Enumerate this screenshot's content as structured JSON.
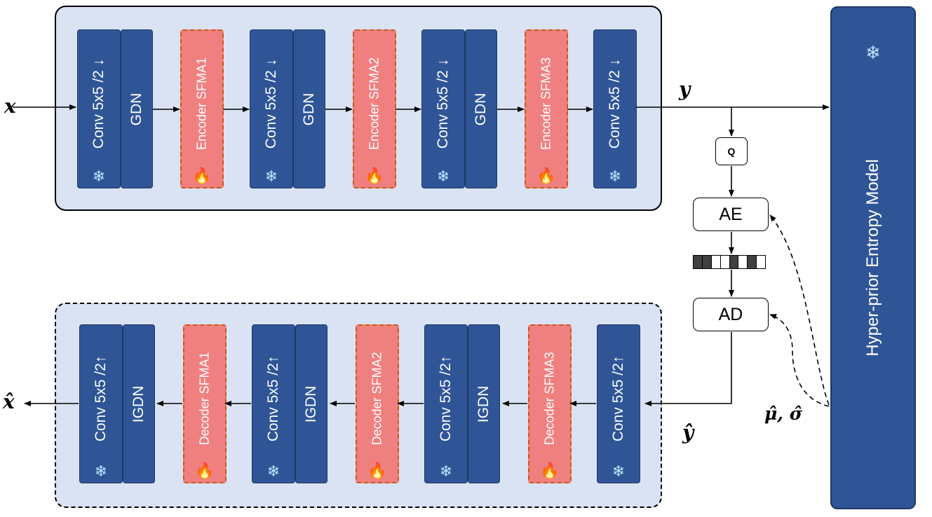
{
  "encoder": {
    "blocks": [
      {
        "type": "conv",
        "label": "Conv 5x5 /2 ↓",
        "icon": "snowflake"
      },
      {
        "type": "gdn",
        "label": "GDN"
      },
      {
        "type": "sfma",
        "label": "Encoder SFMA1",
        "icon": "fire"
      },
      {
        "type": "conv",
        "label": "Conv 5x5 /2 ↓",
        "icon": "snowflake"
      },
      {
        "type": "gdn",
        "label": "GDN"
      },
      {
        "type": "sfma",
        "label": "Encoder SFMA2",
        "icon": "fire"
      },
      {
        "type": "conv",
        "label": "Conv 5x5 /2 ↓",
        "icon": "snowflake"
      },
      {
        "type": "gdn",
        "label": "GDN"
      },
      {
        "type": "sfma",
        "label": "Encoder SFMA3",
        "icon": "fire"
      },
      {
        "type": "conv",
        "label": "Conv 5x5 /2 ↓",
        "icon": "snowflake"
      }
    ]
  },
  "decoder": {
    "blocks": [
      {
        "type": "conv",
        "label": "Conv 5x5 /2↑",
        "icon": "snowflake"
      },
      {
        "type": "gdn",
        "label": "IGDN"
      },
      {
        "type": "sfma",
        "label": "Decoder SFMA1",
        "icon": "fire"
      },
      {
        "type": "conv",
        "label": "Conv 5x5 /2↑",
        "icon": "snowflake"
      },
      {
        "type": "gdn",
        "label": "IGDN"
      },
      {
        "type": "sfma",
        "label": "Decoder SFMA2",
        "icon": "fire"
      },
      {
        "type": "conv",
        "label": "Conv 5x5 /2↑",
        "icon": "snowflake"
      },
      {
        "type": "gdn",
        "label": "IGDN"
      },
      {
        "type": "sfma",
        "label": "Decoder SFMA3",
        "icon": "fire"
      },
      {
        "type": "conv",
        "label": "Conv 5x5 /2↑",
        "icon": "snowflake"
      }
    ]
  },
  "hyperprior": {
    "label": "Hyper-prior Entropy Model",
    "icon": "snowflake"
  },
  "quantizer": {
    "label": "Q"
  },
  "arithmetic_encoder": {
    "label": "AE"
  },
  "arithmetic_decoder": {
    "label": "AD"
  },
  "bitstream": {
    "cells": [
      "dark",
      "dark",
      "light",
      "light",
      "dark",
      "light",
      "dark",
      "light"
    ]
  },
  "labels": {
    "input": "x",
    "output": "x̂",
    "latent": "y",
    "latent_hat": "ŷ",
    "params": "μ̂, σ̂"
  },
  "colors": {
    "panel": "#dae3f3",
    "block_blue": "#2f5597",
    "block_red": "#f08080",
    "red_border": "#c55a11"
  },
  "icons": {
    "snowflake": "❄",
    "fire": "🔥"
  }
}
